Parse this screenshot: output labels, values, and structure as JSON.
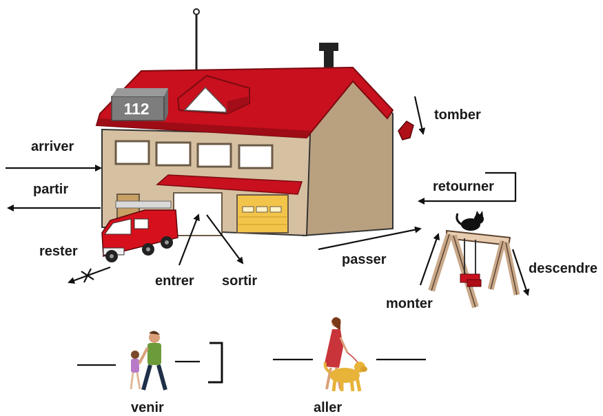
{
  "building": {
    "sign_number": "112"
  },
  "verbs": {
    "arriver": "arriver",
    "partir": "partir",
    "rester": "rester",
    "entrer": "entrer",
    "sortir": "sortir",
    "passer": "passer",
    "tomber": "tomber",
    "retourner": "retourner",
    "monter": "monter",
    "descendre": "descendre",
    "venir": "venir",
    "aller": "aller"
  },
  "colors": {
    "roof_red": "#c8101e",
    "wall_beige": "#d9c3a6",
    "wall_side": "#c2ab8f",
    "garage_yellow": "#f2c44a",
    "sign_gray": "#7d7d7d"
  },
  "icons": [
    "fire-truck-icon",
    "cat-icon",
    "swing-set-icon",
    "family-walking-icon",
    "woman-with-dog-icon",
    "falling-tile-icon"
  ]
}
